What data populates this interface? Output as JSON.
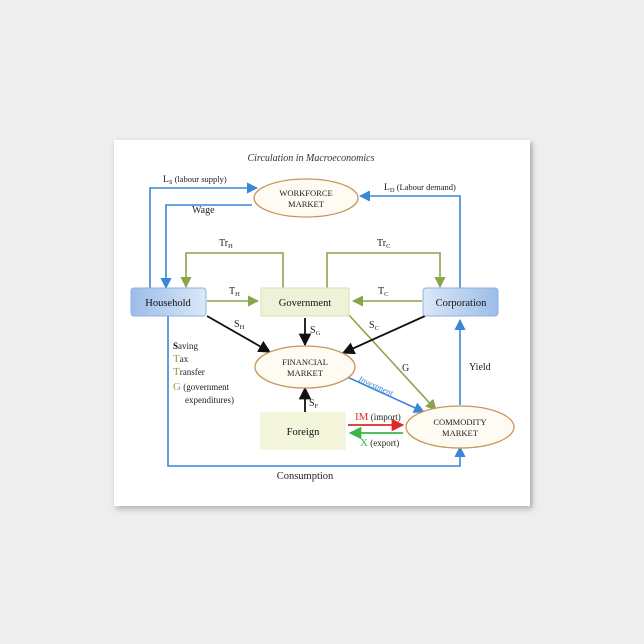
{
  "title": "Circulation in Macroeconomics",
  "nodes": {
    "household": "Household",
    "government": "Government",
    "corporation": "Corporation",
    "workforce_market": [
      "WORKFORCE",
      "MARKET"
    ],
    "financial_market": [
      "FINANCIAL",
      "MARKET"
    ],
    "commodity_market": [
      "COMMODITY",
      "MARKET"
    ],
    "foreign": "Foreign"
  },
  "edge_labels": {
    "ls": {
      "main": "L",
      "sub": "S",
      "rest": " (labour supply)"
    },
    "ld": {
      "main": "L",
      "sub": "D",
      "rest": " (Labour demand)"
    },
    "wage": "Wage",
    "trh": {
      "main": "Tr",
      "sub": "H"
    },
    "trc": {
      "main": "Tr",
      "sub": "C"
    },
    "th": {
      "main": "T",
      "sub": "H"
    },
    "tc": {
      "main": "T",
      "sub": "C"
    },
    "sh": {
      "main": "S",
      "sub": "H"
    },
    "sg": {
      "main": "S",
      "sub": "G"
    },
    "sc": {
      "main": "S",
      "sub": "C"
    },
    "sf": {
      "main": "S",
      "sub": "F"
    },
    "g": "G",
    "investment": "Investment",
    "yield": "Yield",
    "im": {
      "main": "IM",
      "rest": " (import)"
    },
    "x": {
      "main": "X",
      "rest": " (export)"
    },
    "consumption": "Consumption"
  },
  "legend": [
    {
      "letter": "S",
      "rest": "aving"
    },
    {
      "letter": "T",
      "rest": "ax"
    },
    {
      "letter": "T",
      "rest": "ransfer"
    },
    {
      "letter": "G",
      "rest": " (government",
      "line2": "expenditures)"
    }
  ],
  "colors": {
    "labour": "#3a86d8",
    "tax_transfer": "#8aa44c",
    "saving": "#111111",
    "import": "#e02828",
    "export": "#3ab54a",
    "ellipse_stroke": "#c9955c",
    "ellipse_fill": "#fefbf2",
    "government_fill": "#eef3d8",
    "foreign_fill": "#f4f6dc",
    "household_fill": "#a9c7ee"
  }
}
